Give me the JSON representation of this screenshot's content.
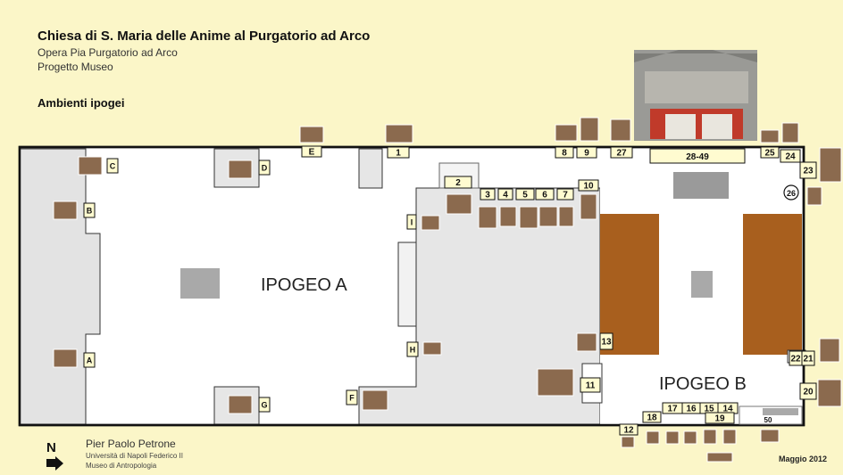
{
  "header": {
    "title": "Chiesa di S. Maria delle Anime al Purgatorio ad Arco",
    "subtitle1": "Opera Pia Purgatorio ad Arco",
    "subtitle2": "Progetto Museo",
    "section": "Ambienti ipogei"
  },
  "plan": {
    "ipogeo_a": "IPOGEO A",
    "ipogeo_b": "IPOGEO B",
    "markers": {
      "A": "A",
      "B": "B",
      "C": "C",
      "D": "D",
      "E": "E",
      "F": "F",
      "G": "G",
      "H": "H",
      "I": "I",
      "m1": "1",
      "m2": "2",
      "m3": "3",
      "m4": "4",
      "m5": "5",
      "m6": "6",
      "m7": "7",
      "m8": "8",
      "m9": "9",
      "m10": "10",
      "m11": "11",
      "m12": "12",
      "m13": "13",
      "m14": "14",
      "m15": "15",
      "m16": "16",
      "m17": "17",
      "m18": "18",
      "m19": "19",
      "m20": "20",
      "m21": "21",
      "m22": "22",
      "m23": "23",
      "m24": "24",
      "m25": "25",
      "m26": "26",
      "m27": "27",
      "m2849": "28-49",
      "m50": "50"
    }
  },
  "footer": {
    "north": "N",
    "author": "Pier Paolo Petrone",
    "affiliation1": "Università di Napoli Federico II",
    "affiliation2": "Museo di Antropologia",
    "date": "Maggio 2012"
  },
  "colors": {
    "background": "#fbf6c8",
    "room_a": "#ffffff",
    "room_gray": "#e6e6e6",
    "wood": "#a85f1e",
    "label_box": "#fffbd0"
  }
}
